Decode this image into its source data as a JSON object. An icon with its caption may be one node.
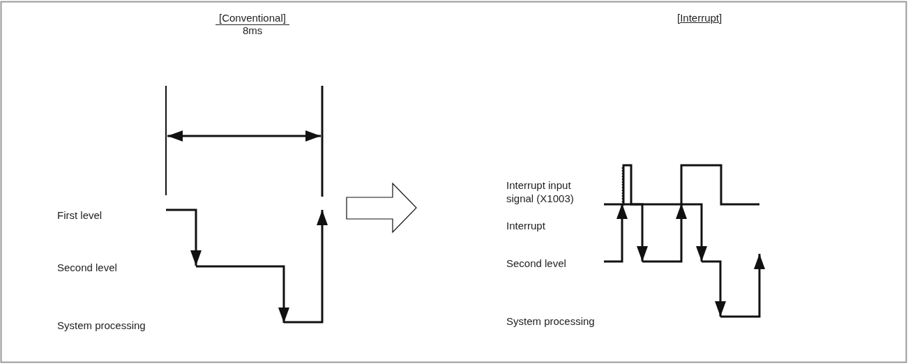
{
  "diagram": {
    "labels": [
      "[Conventional]",
      "8ms",
      "[Interrupt]",
      "First level",
      "Second level",
      "System processing",
      "Interrupt input signal (X1003)",
      "Interrupt",
      "Second level",
      "System processing"
    ]
  }
}
